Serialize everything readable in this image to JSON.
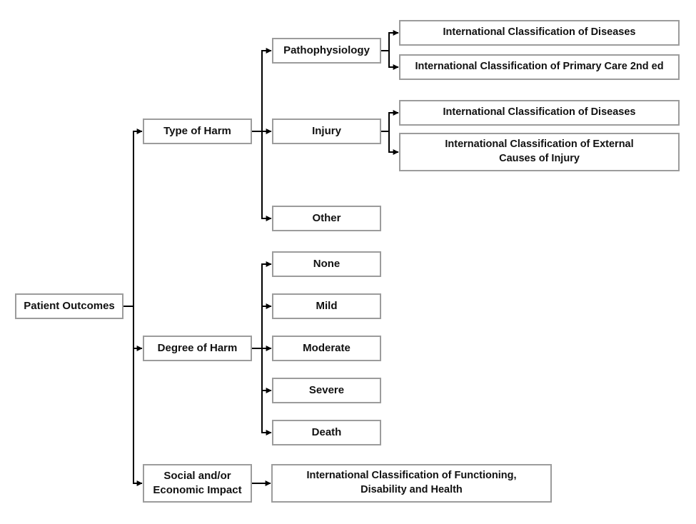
{
  "tree": {
    "root": {
      "label": "Patient Outcomes"
    },
    "branches": [
      {
        "label": "Type of Harm",
        "children": [
          {
            "label": "Pathophysiology",
            "children": [
              {
                "label": "International Classification of Diseases"
              },
              {
                "label": "International Classification of Primary Care 2nd ed"
              }
            ]
          },
          {
            "label": "Injury",
            "children": [
              {
                "label": "International Classification of Diseases"
              },
              {
                "label": "International Classification of External\nCauses of Injury"
              }
            ]
          },
          {
            "label": "Other",
            "children": []
          }
        ]
      },
      {
        "label": "Degree of Harm",
        "children": [
          {
            "label": "None"
          },
          {
            "label": "Mild"
          },
          {
            "label": "Moderate"
          },
          {
            "label": "Severe"
          },
          {
            "label": "Death"
          }
        ]
      },
      {
        "label": "Social and/or\nEconomic Impact",
        "children": [
          {
            "label": "International Classification of Functioning,\nDisability and Health"
          }
        ]
      }
    ],
    "colors": {
      "box_border": "#9c9c9c",
      "box_fill": "#ffffff",
      "text": "#111111",
      "connector": "#000000"
    }
  }
}
